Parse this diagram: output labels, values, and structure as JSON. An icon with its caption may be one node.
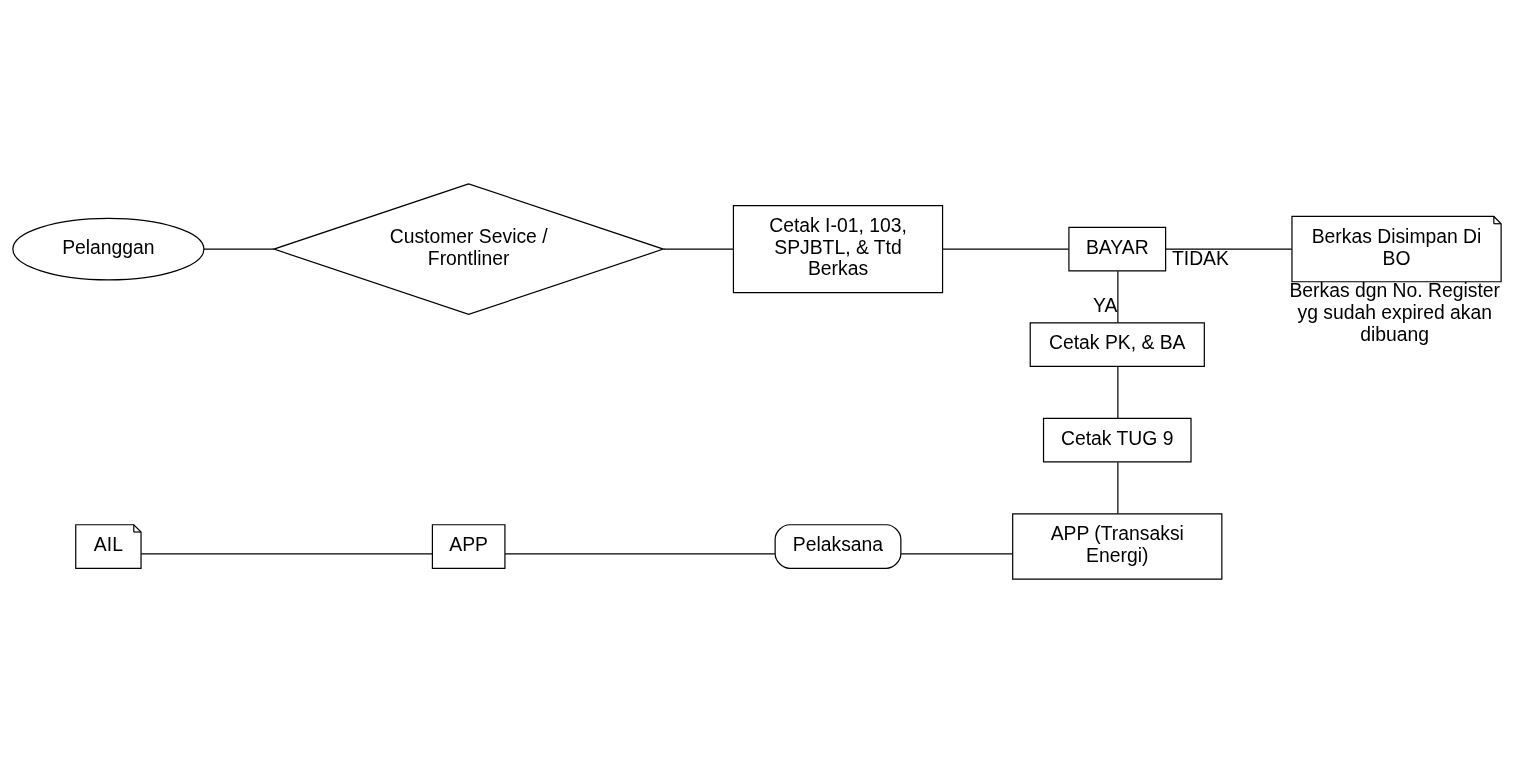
{
  "diagram": {
    "nodes": [
      {
        "text": [
          "Pelanggan"
        ]
      },
      {
        "text": [
          "Customer Sevice / Frontliner"
        ]
      },
      {
        "text": [
          "Cetak I-01, 103, SPJBTL, & Ttd Berkas"
        ]
      },
      {
        "text": [
          "BAYAR"
        ]
      },
      {
        "text": [
          "Berkas Disimpan Di BO"
        ],
        "beside": [
          "Berkas dgn No. Register yg sudah expired akan dibuang"
        ]
      },
      {
        "text": [
          "Cetak PK, & BA"
        ]
      },
      {
        "text": [
          "Cetak TUG 9"
        ]
      },
      {
        "text": [
          "APP (Transaksi Energi)"
        ]
      },
      {
        "text": [
          "Pelaksana"
        ]
      },
      {
        "text": [
          "APP"
        ]
      },
      {
        "text": [
          "AIL"
        ]
      }
    ],
    "edges": [
      {
        "from": 0,
        "to": 1,
        "arrow": "none"
      },
      {
        "from": 1,
        "to": 2,
        "arrow": "none"
      },
      {
        "from": 2,
        "to": 3,
        "arrow": "none"
      },
      {
        "from": 3,
        "to": 4,
        "arrow": "none",
        "label": "TIDAK"
      },
      {
        "from": 3,
        "to": 5,
        "arrow": "none",
        "label": "YA"
      },
      {
        "from": 5,
        "to": 6,
        "arrow": "none"
      },
      {
        "from": 6,
        "to": 7,
        "arrow": "none"
      },
      {
        "from": 7,
        "to": 8,
        "arrow": "none"
      },
      {
        "from": 8,
        "to": 9,
        "arrow": "none"
      },
      {
        "from": 9,
        "to": 10,
        "arrow": "none"
      }
    ]
  }
}
